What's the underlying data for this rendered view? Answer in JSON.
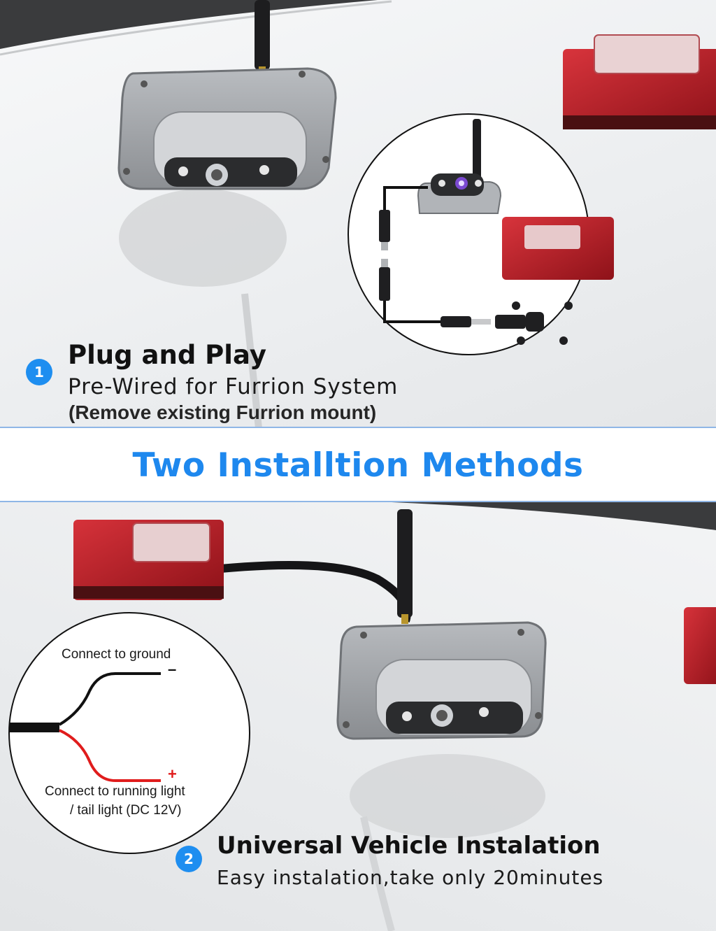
{
  "top": {
    "step_number": "1",
    "heading": "Plug and Play",
    "subline": "Pre-Wired for Furrion System",
    "note": "(Remove existing Furrion mount)"
  },
  "banner": {
    "title": "Two Installtion Methods"
  },
  "bottom": {
    "step_number": "2",
    "heading": "Universal Vehicle Instalation",
    "subline": "Easy instalation,take only 20minutes",
    "wiring": {
      "ground_label": "Connect to ground",
      "ground_sign": "–",
      "power_label_line1": "Connect to running light",
      "power_label_line2": "/ tail light (DC 12V)",
      "power_sign": "+"
    }
  },
  "colors": {
    "accent_blue": "#1e88ee",
    "badge_blue": "#1e8ef0",
    "tail_light_red": "#c0202a",
    "wire_red": "#e01c1c",
    "camera_gray": "#9a9da1"
  },
  "icons": {
    "camera": "backup-camera-icon",
    "tail_light": "tail-light-icon",
    "antenna": "antenna-icon",
    "connector": "connector-plug-icon"
  }
}
